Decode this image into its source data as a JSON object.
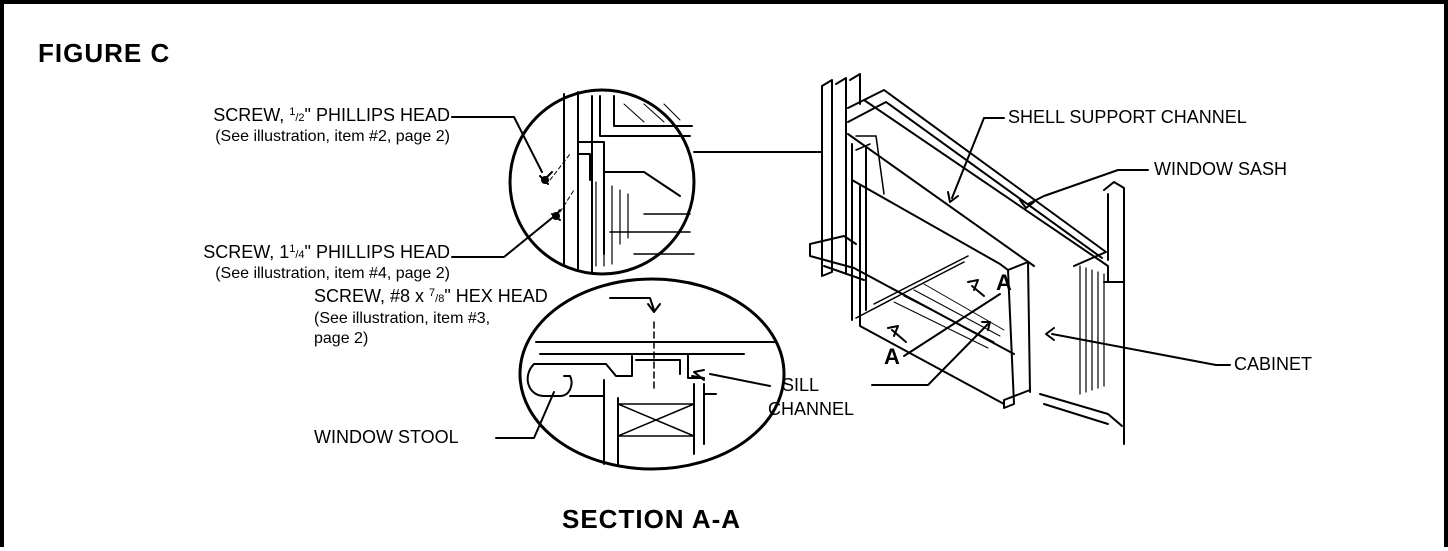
{
  "figure": {
    "title": "FIGURE  C",
    "section_label": "SECTION  A-A"
  },
  "labels": {
    "screw_half": {
      "prefix": "SCREW, ",
      "num": "1",
      "den": "2",
      "suffix": "\" PHILLIPS HEAD",
      "note": "(See illustration, item #2, page 2)"
    },
    "screw_one_quarter": {
      "prefix": "SCREW, 1",
      "num": "1",
      "den": "4",
      "suffix": "\" PHILLIPS HEAD",
      "note": "(See illustration, item #4, page 2)"
    },
    "screw_hex": {
      "prefix": "SCREW, #8 x ",
      "num": "7",
      "den": "8",
      "suffix": "\" HEX HEAD",
      "note_line1": "(See illustration, item #3,",
      "note_line2": "page 2)"
    },
    "window_stool": "WINDOW STOOL",
    "sill_channel_line1": "SILL",
    "sill_channel_line2": "CHANNEL",
    "shell_support_channel": "SHELL SUPPORT CHANNEL",
    "window_sash": "WINDOW SASH",
    "cabinet": "CABINET",
    "section_a_left": "A",
    "section_a_right": "A"
  }
}
